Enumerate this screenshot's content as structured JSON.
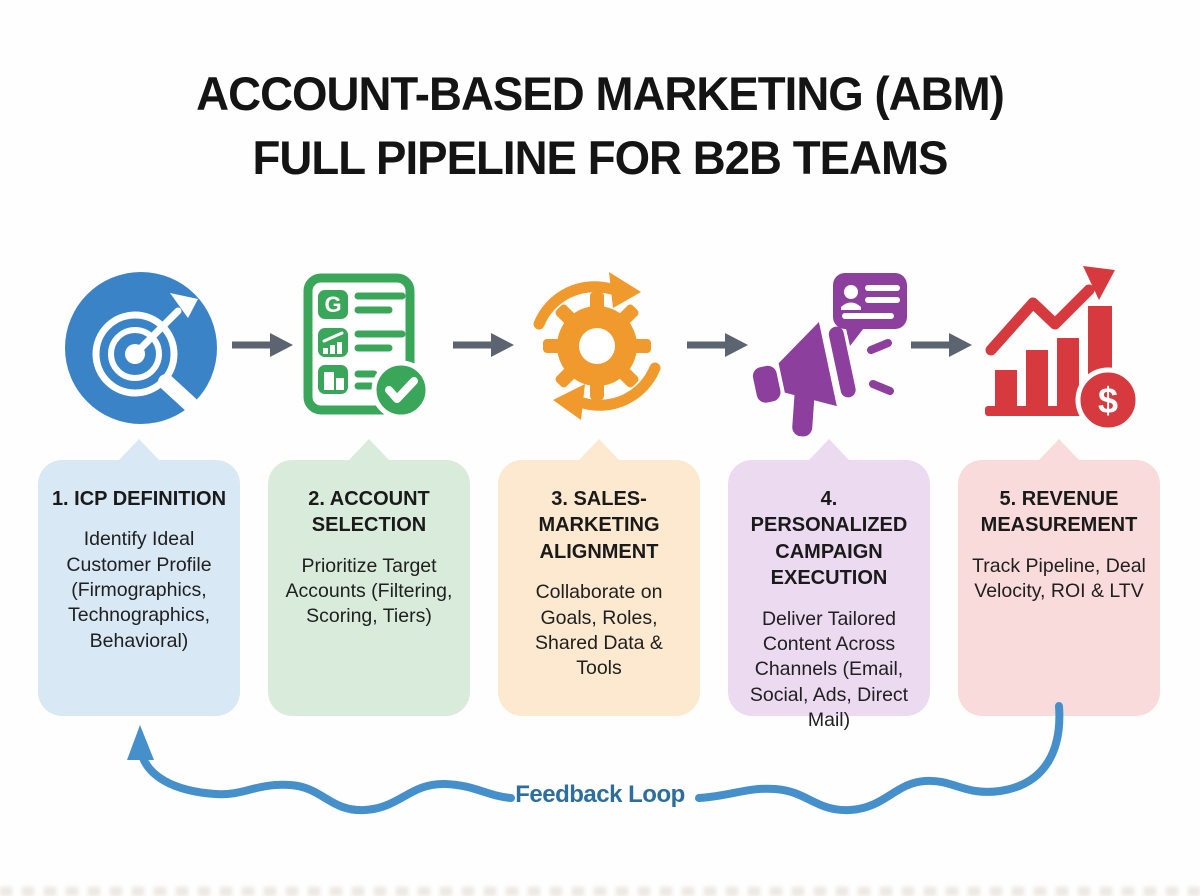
{
  "title": {
    "line1": "ACCOUNT-BASED MARKETING (ABM)",
    "line2": "FULL PIPELINE FOR B2B TEAMS"
  },
  "stages": [
    {
      "icon": "target-magnifier-icon",
      "accent": "#3b83c7",
      "card_bg": "#d9e8f5",
      "title": "1. ICP DEFINITION",
      "body": "Identify Ideal Customer Profile (Firmographics, Technographics, Behavioral)"
    },
    {
      "icon": "account-checklist-icon",
      "accent": "#3aa65a",
      "card_bg": "#d9ecdc",
      "title": "2. ACCOUNT SELECTION",
      "body": "Prioritize Target Accounts (Filtering, Scoring, Tiers)"
    },
    {
      "icon": "gear-sync-icon",
      "accent": "#f09a2e",
      "card_bg": "#fce9cf",
      "title": "3. SALES-MARKETING ALIGNMENT",
      "body": "Collaborate on Goals, Roles, Shared Data & Tools"
    },
    {
      "icon": "megaphone-campaign-icon",
      "accent": "#8d3f9d",
      "card_bg": "#ecdaf0",
      "title": "4. PERSONALIZED CAMPAIGN EXECUTION",
      "body": "Deliver Tailored Content Across Channels (Email, Social, Ads, Direct Mail)"
    },
    {
      "icon": "revenue-chart-icon",
      "accent": "#d63a3f",
      "card_bg": "#f9dbdb",
      "title": "5. REVENUE MEASUREMENT",
      "body": "Track Pipeline, Deal Velocity, ROI & LTV"
    }
  ],
  "connector_arrow_color": "#5b6470",
  "feedback_loop": {
    "label": "Feedback Loop",
    "line_color": "#4590cb",
    "label_color": "#2d6e9e"
  },
  "glyphs": {
    "checklist_letter": "G",
    "dollar_sign": "$"
  }
}
